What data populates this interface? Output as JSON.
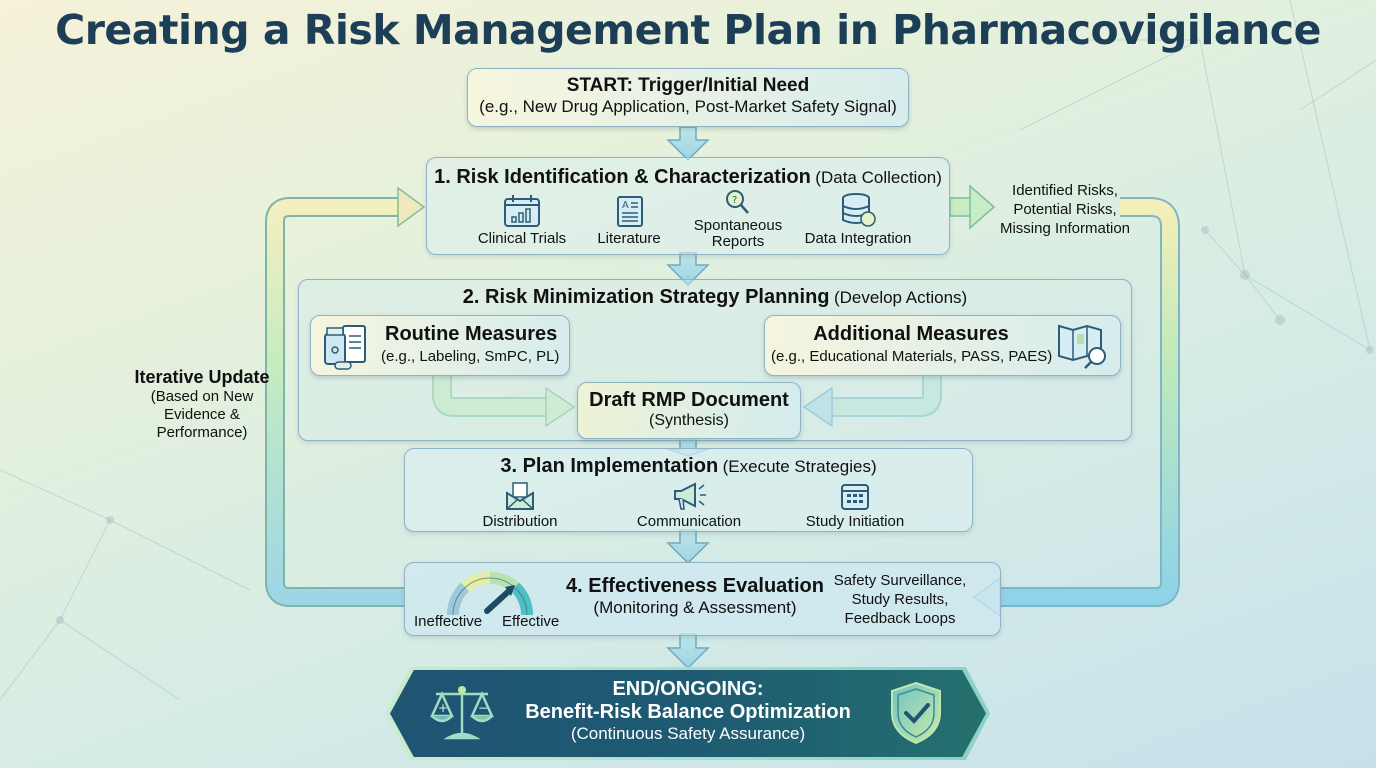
{
  "title": "Creating a Risk Management Plan in Pharmacovigilance",
  "start": {
    "heading": "START: Trigger/Initial Need",
    "detail": "(e.g., New Drug Application, Post-Market Safety Signal)"
  },
  "step1": {
    "heading": "1. Risk Identification & Characterization",
    "qualifier": "(Data Collection)",
    "items": [
      {
        "label": "Clinical Trials",
        "icon": "calendar-chart-icon"
      },
      {
        "label": "Literature",
        "icon": "document-icon"
      },
      {
        "label": "Spontaneous Reports",
        "icon": "magnifier-icon"
      },
      {
        "label": "Data Integration",
        "icon": "database-icon"
      }
    ],
    "output_note": [
      "Identified Risks,",
      "Potential Risks,",
      "Missing Information"
    ]
  },
  "step2": {
    "heading": "2. Risk Minimization Strategy Planning",
    "qualifier": "(Develop Actions)",
    "routine": {
      "heading": "Routine Measures",
      "detail": "(e.g., Labeling, SmPC, PL)"
    },
    "additional": {
      "heading": "Additional Measures",
      "detail": "(e.g., Educational Materials, PASS, PAES)"
    },
    "draft": {
      "heading": "Draft RMP Document",
      "detail": "(Synthesis)"
    }
  },
  "step3": {
    "heading": "3. Plan Implementation",
    "qualifier": "(Execute Strategies)",
    "items": [
      {
        "label": "Distribution",
        "icon": "envelope-icon"
      },
      {
        "label": "Communication",
        "icon": "megaphone-icon"
      },
      {
        "label": "Study Initiation",
        "icon": "calendar-icon"
      }
    ]
  },
  "step4": {
    "heading": "4. Effectiveness Evaluation",
    "qualifier": "(Monitoring & Assessment)",
    "gauge": {
      "low_label": "Ineffective",
      "high_label": "Effective"
    },
    "inputs_note": [
      "Safety Surveillance,",
      "Study Results,",
      "Feedback Loops"
    ]
  },
  "iterative": {
    "heading": "Iterative Update",
    "detail": [
      "(Based on New",
      "Evidence &",
      "Performance)"
    ]
  },
  "end": {
    "line1": "END/ONGOING:",
    "line2": "Benefit-Risk Balance Optimization",
    "line3": "(Continuous Safety Assurance)"
  },
  "colors": {
    "title": "#1c3f57",
    "end_fill": "#1f5473",
    "arrow_green": "#b9e6b4",
    "arrow_blue": "#9ed6e6",
    "icon_stroke": "#2c5d78"
  }
}
